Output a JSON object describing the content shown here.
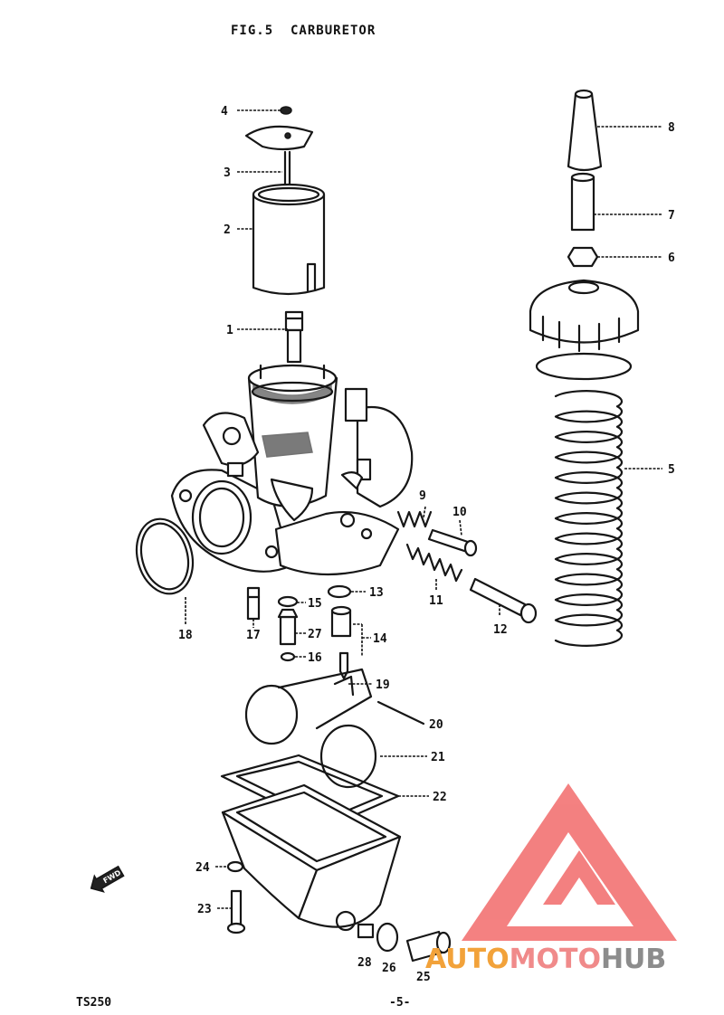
{
  "header": {
    "title": "FIG.5  CARBURETOR"
  },
  "footer": {
    "model": "TS250",
    "page": "-5-"
  },
  "direction_marker": {
    "label": "FWD",
    "icon": "forward-arrow-icon"
  },
  "callouts": [
    {
      "id": "c1",
      "label": "1"
    },
    {
      "id": "c2",
      "label": "2"
    },
    {
      "id": "c3",
      "label": "3"
    },
    {
      "id": "c4",
      "label": "4"
    },
    {
      "id": "c5",
      "label": "5"
    },
    {
      "id": "c6",
      "label": "6"
    },
    {
      "id": "c7",
      "label": "7"
    },
    {
      "id": "c8",
      "label": "8"
    },
    {
      "id": "c9",
      "label": "9"
    },
    {
      "id": "c10",
      "label": "10"
    },
    {
      "id": "c11",
      "label": "11"
    },
    {
      "id": "c12",
      "label": "12"
    },
    {
      "id": "c13",
      "label": "13"
    },
    {
      "id": "c14",
      "label": "14"
    },
    {
      "id": "c15",
      "label": "15"
    },
    {
      "id": "c16",
      "label": "16"
    },
    {
      "id": "c17",
      "label": "17"
    },
    {
      "id": "c18",
      "label": "18"
    },
    {
      "id": "c19",
      "label": "19"
    },
    {
      "id": "c20",
      "label": "20"
    },
    {
      "id": "c21",
      "label": "21"
    },
    {
      "id": "c22",
      "label": "22"
    },
    {
      "id": "c23",
      "label": "23"
    },
    {
      "id": "c24",
      "label": "24"
    },
    {
      "id": "c25",
      "label": "25"
    },
    {
      "id": "c26",
      "label": "26"
    },
    {
      "id": "c27",
      "label": "27"
    },
    {
      "id": "c28",
      "label": "28"
    }
  ],
  "watermark": {
    "parts": [
      "AUTO",
      "MOTO",
      "HUB"
    ],
    "colors": {
      "auto": "#f2a23a",
      "moto": "#f08a8a",
      "hub": "#8c8c8c",
      "triangle": "#f26b6b"
    }
  }
}
